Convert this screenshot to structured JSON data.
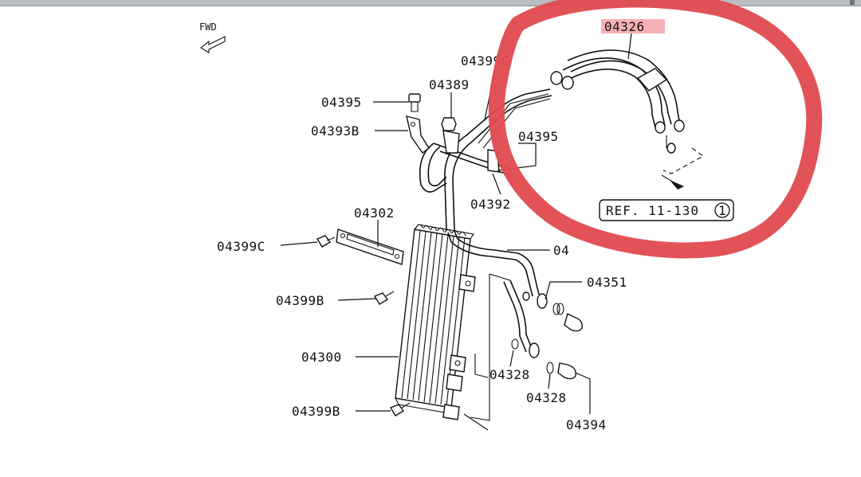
{
  "diagram": {
    "direction_label": "FWD",
    "reference_box": "REF. 11-130",
    "reference_circle": "1",
    "parts": {
      "hose_main": "04326",
      "hose_c": "04399C",
      "bolt_top": "04395",
      "bolt_mid": "04395",
      "nut": "04389",
      "bracket_b": "04393B",
      "clamp": "04392",
      "bracket_plate": "04302",
      "bolt_left": "04399C",
      "bolt_b1": "04399B",
      "bolt_b2": "04399B",
      "cooler": "04300",
      "tube_right": "04",
      "tube_lower": "04351",
      "washer_1": "04328",
      "washer_2": "04328",
      "plug": "04394"
    }
  },
  "colors": {
    "highlight_circle": "#e04a4f",
    "label_highlight": "#f6b1b4",
    "ink": "#111111",
    "titlebar": "#b9bcc1"
  }
}
